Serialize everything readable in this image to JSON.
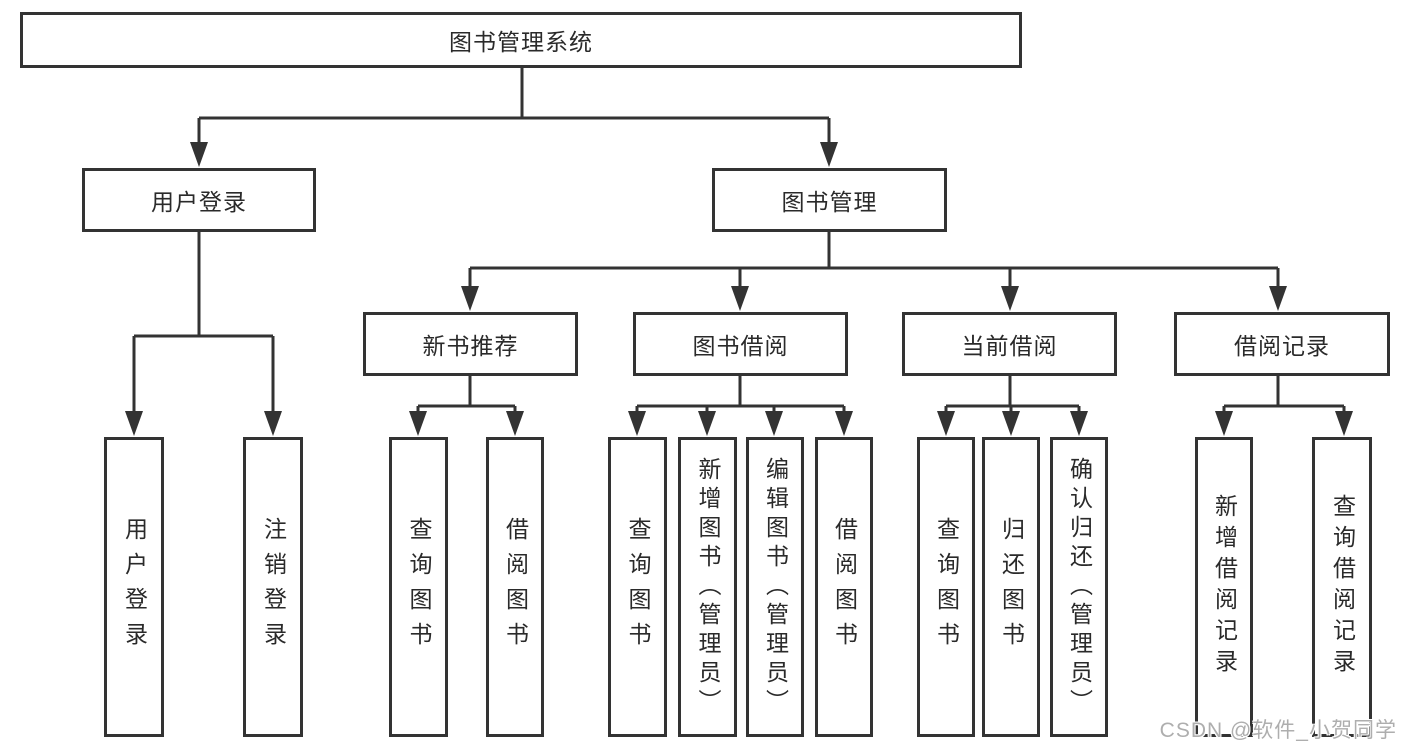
{
  "diagram_title": "图书管理系统",
  "nodes": {
    "root": "图书管理系统",
    "user_login": "用户登录",
    "book_mgmt": "图书管理",
    "new_book_rec": "新书推荐",
    "book_borrow": "图书借阅",
    "current_borrow": "当前借阅",
    "borrow_record": "借阅记录",
    "leaf_user_login": "用户登录",
    "leaf_logout": "注销登录",
    "leaf_query_book_a": "查询图书",
    "leaf_borrow_book_a": "借阅图书",
    "leaf_query_book_b": "查询图书",
    "leaf_add_book": "新增图书（管理员）",
    "leaf_edit_book": "编辑图书（管理员）",
    "leaf_borrow_book_b": "借阅图书",
    "leaf_query_book_c": "查询图书",
    "leaf_return_book": "归还图书",
    "leaf_confirm_return": "确认归还（管理员）",
    "leaf_add_record": "新增借阅记录",
    "leaf_query_record": "查询借阅记录"
  },
  "hierarchy": {
    "图书管理系统": {
      "用户登录": [
        "用户登录",
        "注销登录"
      ],
      "图书管理": {
        "新书推荐": [
          "查询图书",
          "借阅图书"
        ],
        "图书借阅": [
          "查询图书",
          "新增图书（管理员）",
          "编辑图书（管理员）",
          "借阅图书"
        ],
        "当前借阅": [
          "查询图书",
          "归还图书",
          "确认归还（管理员）"
        ],
        "借阅记录": [
          "新增借阅记录",
          "查询借阅记录"
        ]
      }
    }
  },
  "watermark": "CSDN @软件_小贺同学",
  "colors": {
    "background": "#ffffff",
    "box_border": "#333333",
    "line": "#333333",
    "text": "#2a2a2a",
    "watermark": "#aeaeae"
  }
}
